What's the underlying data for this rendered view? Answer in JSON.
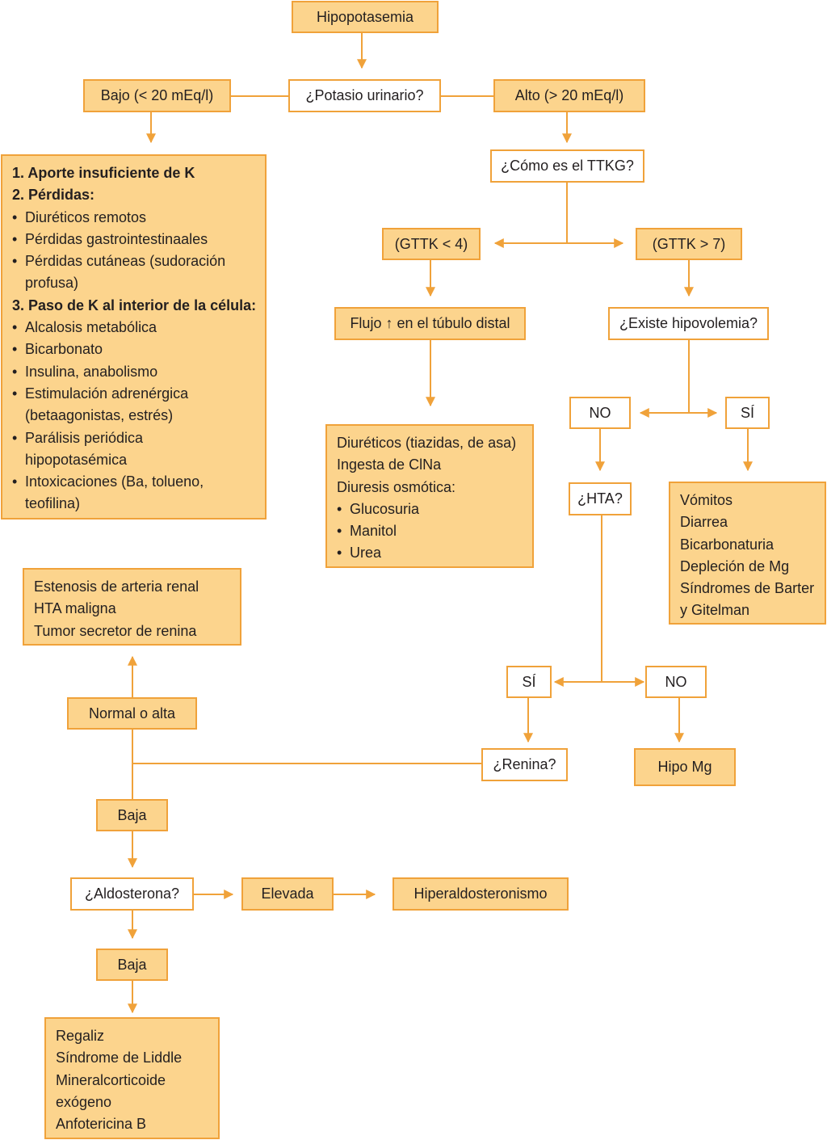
{
  "colors": {
    "box_fill": "#fcd48d",
    "border": "#f0a23a",
    "line": "#f0a23a",
    "text": "#231f20",
    "question_fill": "#ffffff"
  },
  "nodes": {
    "hipopotasemia": "Hipopotasemia",
    "potasio_urinario": "¿Potasio urinario?",
    "bajo": "Bajo (< 20 mEq/l)",
    "alto": "Alto (> 20 mEq/l)",
    "ttkg": "¿Cómo es el TTKG?",
    "gttk_lt4": "(GTTK < 4)",
    "gttk_gt7": "(GTTK > 7)",
    "flujo": "Flujo ↑ en el túbulo distal",
    "hipovolemia": "¿Existe hipovolemia?",
    "hipovolemia_no": "NO",
    "hipovolemia_si": "SÍ",
    "hta": "¿HTA?",
    "hta_si": "SÍ",
    "hta_no": "NO",
    "renina": "¿Renina?",
    "hipo_mg": "Hipo Mg",
    "normal_alta": "Normal o alta",
    "renina_baja": "Baja",
    "aldosterona": "¿Aldosterona?",
    "elevada": "Elevada",
    "hiperaldosteronismo": "Hiperaldosteronismo",
    "aldosterona_baja": "Baja"
  },
  "lists": {
    "bajo_causes": [
      {
        "type": "heading",
        "text": "1. Aporte insuficiente de K"
      },
      {
        "type": "heading",
        "text": "2. Pérdidas:"
      },
      {
        "type": "bullet",
        "text": "Diuréticos remotos"
      },
      {
        "type": "bullet",
        "text": "Pérdidas gastrointestinaales"
      },
      {
        "type": "bullet",
        "text": "Pérdidas cutáneas (sudoración"
      },
      {
        "type": "cont",
        "text": "profusa)"
      },
      {
        "type": "heading",
        "text": "3. Paso de K al interior de la célula:"
      },
      {
        "type": "bullet",
        "text": "Alcalosis metabólica"
      },
      {
        "type": "bullet",
        "text": "Bicarbonato"
      },
      {
        "type": "bullet",
        "text": "Insulina, anabolismo"
      },
      {
        "type": "bullet",
        "text": "Estimulación adrenérgica"
      },
      {
        "type": "cont",
        "text": "(betaagonistas, estrés)"
      },
      {
        "type": "bullet",
        "text": "Parálisis periódica"
      },
      {
        "type": "cont",
        "text": "hipopotasémica"
      },
      {
        "type": "bullet",
        "text": "Intoxicaciones (Ba, tolueno,"
      },
      {
        "type": "cont",
        "text": "teofilina)"
      }
    ],
    "flujo_causes": [
      {
        "type": "plain",
        "text": "Diuréticos (tiazidas, de asa)"
      },
      {
        "type": "plain",
        "text": "Ingesta de ClNa"
      },
      {
        "type": "plain",
        "text": "Diuresis osmótica:"
      },
      {
        "type": "bullet",
        "text": "Glucosuria"
      },
      {
        "type": "bullet",
        "text": "Manitol"
      },
      {
        "type": "bullet",
        "text": "Urea"
      }
    ],
    "hipovolemia_causes": [
      {
        "type": "plain",
        "text": "Vómitos"
      },
      {
        "type": "plain",
        "text": "Diarrea"
      },
      {
        "type": "plain",
        "text": "Bicarbonaturia"
      },
      {
        "type": "plain",
        "text": "Depleción de Mg"
      },
      {
        "type": "plain",
        "text": "Síndromes de Barter"
      },
      {
        "type": "plain",
        "text": "y Gitelman"
      }
    ],
    "renina_alta_causes": [
      {
        "type": "plain",
        "text": "Estenosis de arteria renal"
      },
      {
        "type": "plain",
        "text": "HTA maligna"
      },
      {
        "type": "plain",
        "text": "Tumor secretor de renina"
      }
    ],
    "aldosterona_baja_causes": [
      {
        "type": "plain",
        "text": "Regaliz"
      },
      {
        "type": "plain",
        "text": "Síndrome de Liddle"
      },
      {
        "type": "plain",
        "text": "Mineralcorticoide"
      },
      {
        "type": "plain",
        "text": "exógeno"
      },
      {
        "type": "plain",
        "text": "Anfotericina B"
      }
    ]
  }
}
